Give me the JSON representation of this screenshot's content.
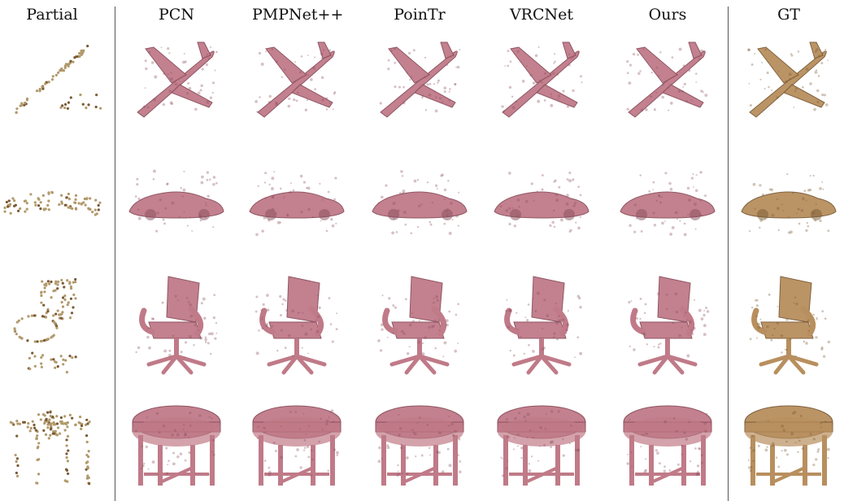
{
  "header": {
    "columns": [
      {
        "key": "partial",
        "label": "Partial"
      },
      {
        "key": "pcn",
        "label": "PCN"
      },
      {
        "key": "pmpnet",
        "label": "PMPNet++"
      },
      {
        "key": "pointr",
        "label": "PoinTr"
      },
      {
        "key": "vrcnet",
        "label": "VRCNet"
      },
      {
        "key": "ours",
        "label": "Ours"
      },
      {
        "key": "gt",
        "label": "GT"
      }
    ]
  },
  "rows": [
    {
      "key": "airplane"
    },
    {
      "key": "car"
    },
    {
      "key": "chair"
    },
    {
      "key": "table"
    }
  ],
  "colors": {
    "partial": "#b29a6c",
    "predicted": "#c07a88",
    "predicted_dark": "#8a4e5c",
    "ground_truth": "#b88f5e",
    "ground_truth_dark": "#7a5a34",
    "separator": "#555555"
  }
}
